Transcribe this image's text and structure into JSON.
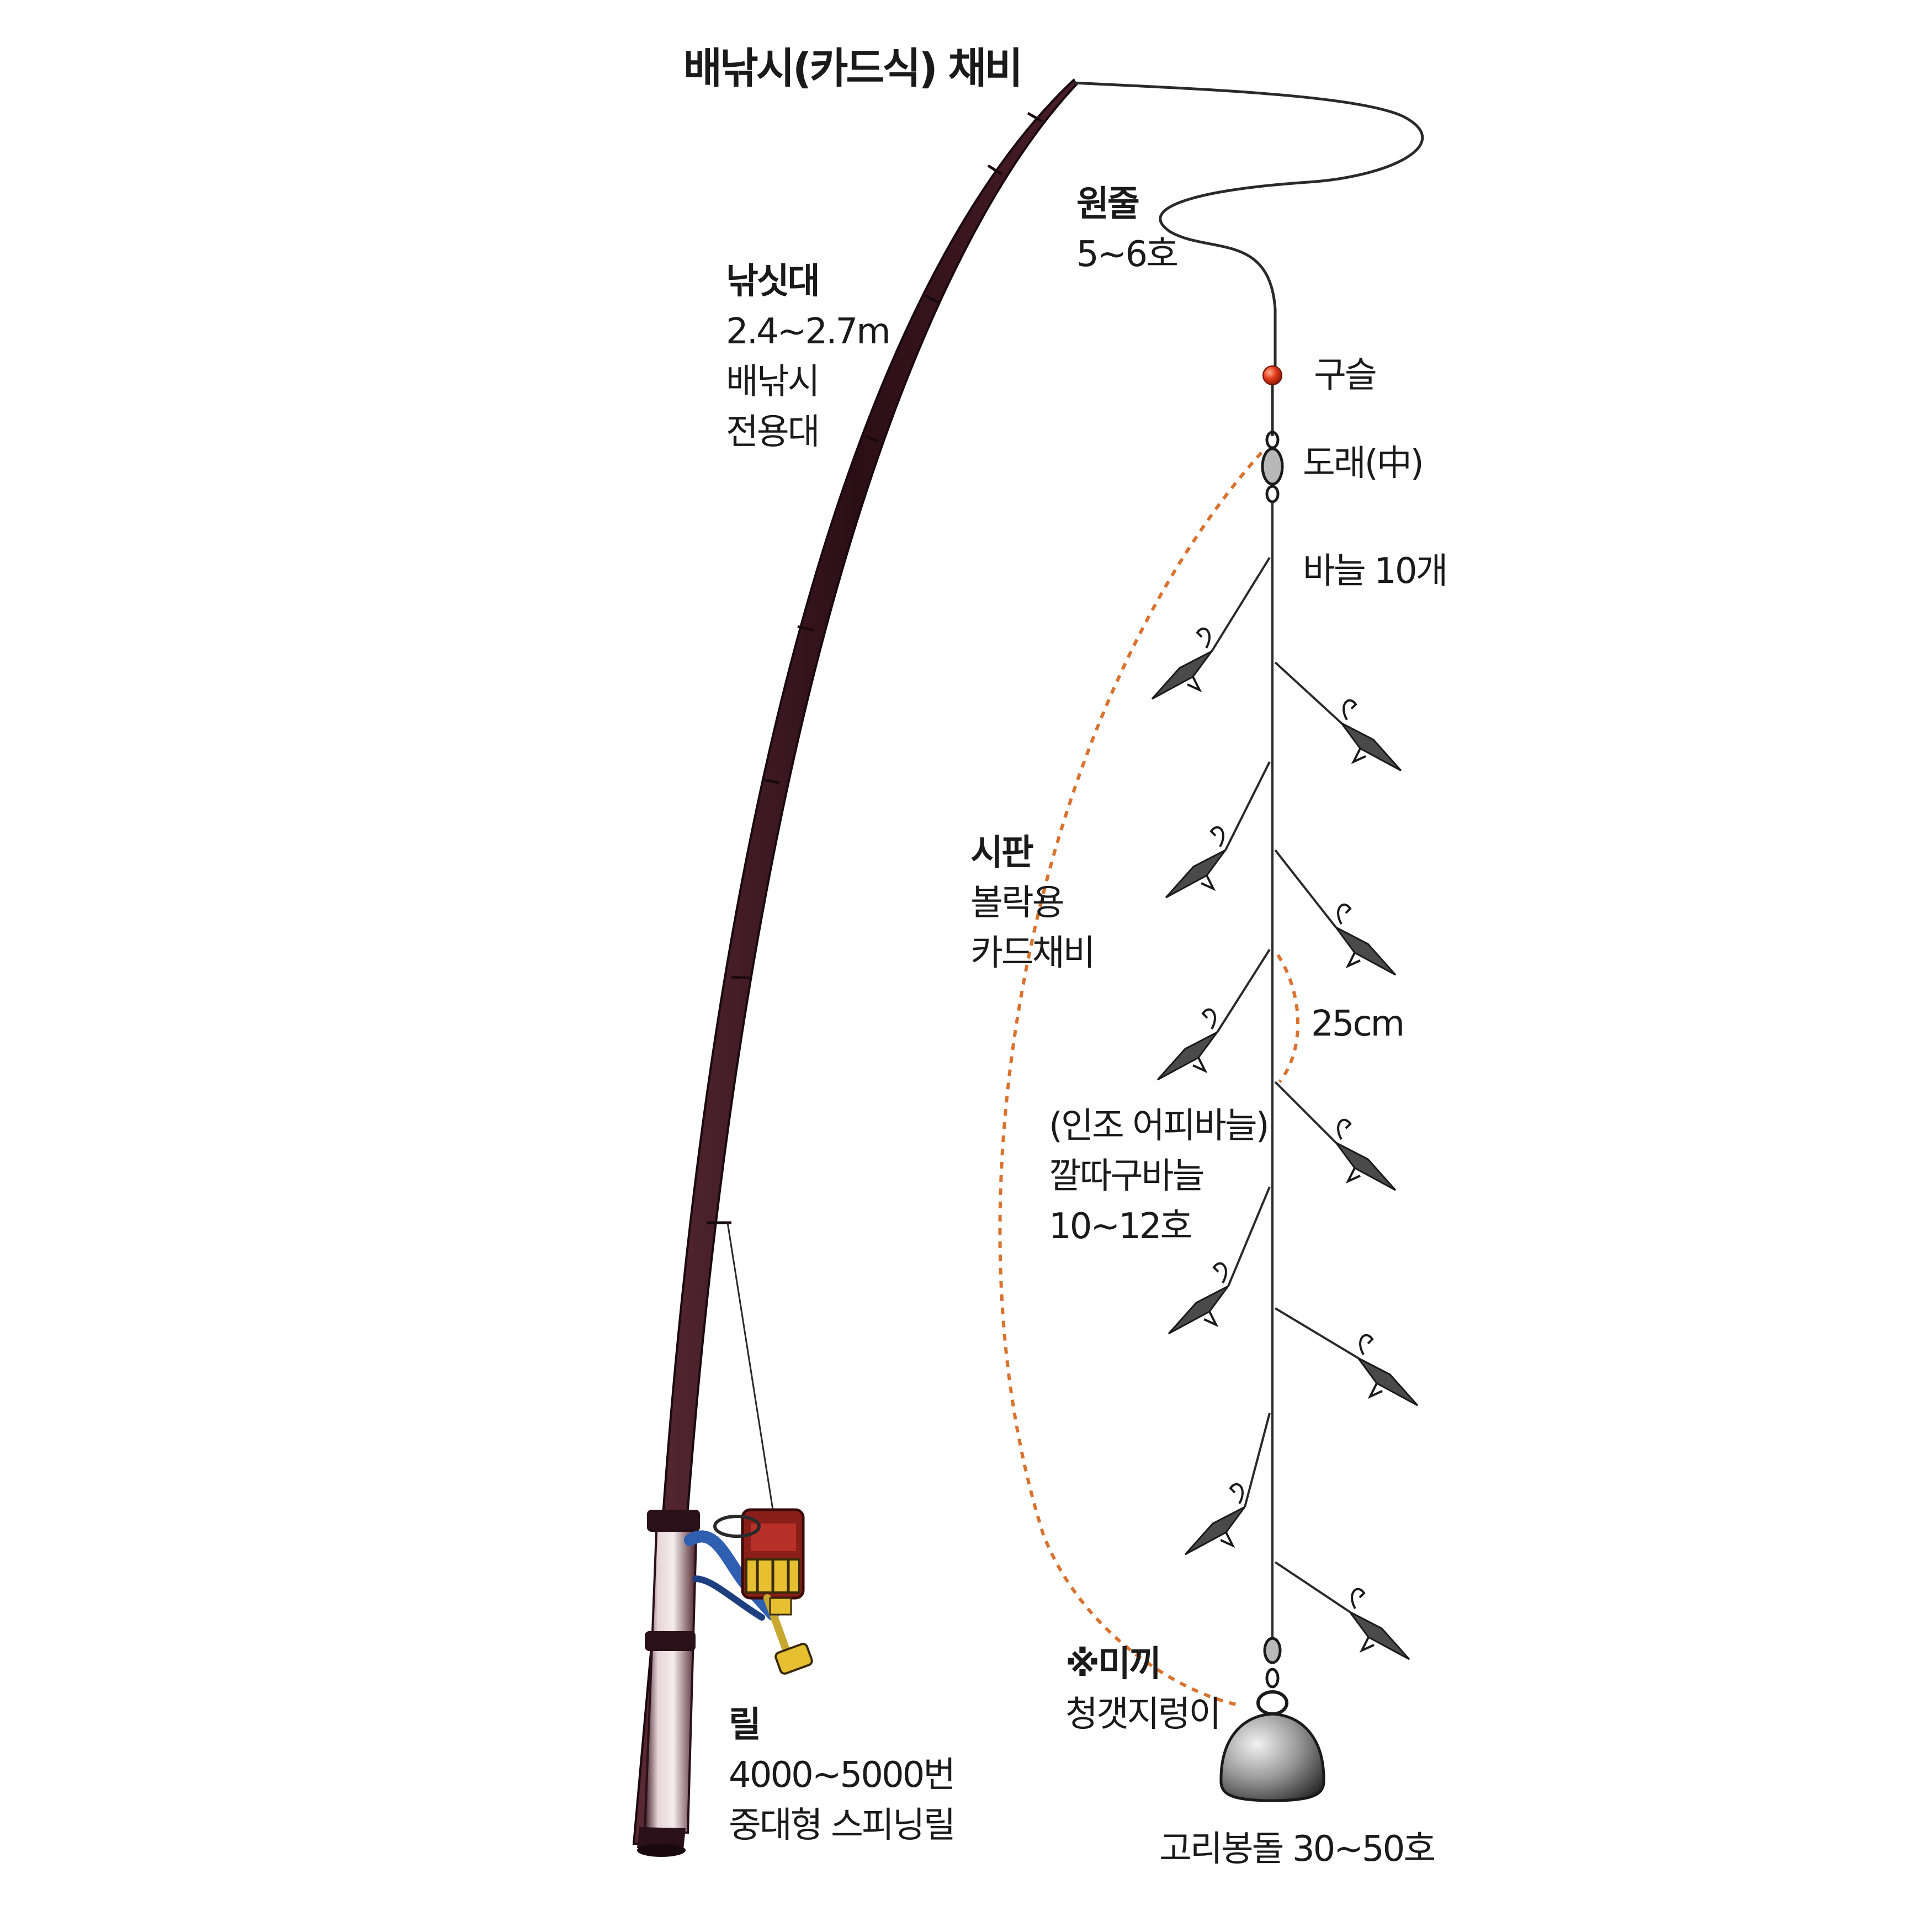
{
  "title": "배낚시(카드식) 채비",
  "rod": {
    "heading": "낚싯대",
    "lines": [
      "2.4~2.7m",
      "배낚시",
      "전용대"
    ]
  },
  "main_line": {
    "heading": "원줄",
    "lines": [
      "5~6호"
    ]
  },
  "bead": {
    "label": "구슬"
  },
  "swivel": {
    "label": "도래(中)"
  },
  "hooks_count": {
    "label": "바늘 10개"
  },
  "rig": {
    "heading": "시판",
    "lines": [
      "볼락용",
      "카드채비"
    ]
  },
  "spacing": {
    "label": "25cm"
  },
  "hook_type": {
    "lines": [
      "(인조 어피바늘)",
      "깔따구바늘",
      "10~12호"
    ]
  },
  "bait": {
    "heading": "※미끼",
    "lines": [
      "청갯지렁이"
    ]
  },
  "reel": {
    "heading": "릴",
    "lines": [
      "4000~5000번",
      "중대형 스피닝릴"
    ]
  },
  "sinker": {
    "label": "고리봉돌 30~50호"
  },
  "colors": {
    "rod": "#3a1a22",
    "rod_handle": "#d9c4c8",
    "line": "#2a2a2a",
    "bead": "#e0391a",
    "dotted_guide": "#d9722e",
    "reel_body": "#8a1f1a",
    "reel_accent": "#e6c030",
    "reel_arm": "#2f5fb0",
    "sinker": "#7a7a7a"
  },
  "icons": [
    "fishing-rod-icon",
    "spinning-reel-icon",
    "bead-icon",
    "swivel-icon",
    "hook-icon",
    "sinker-icon"
  ]
}
